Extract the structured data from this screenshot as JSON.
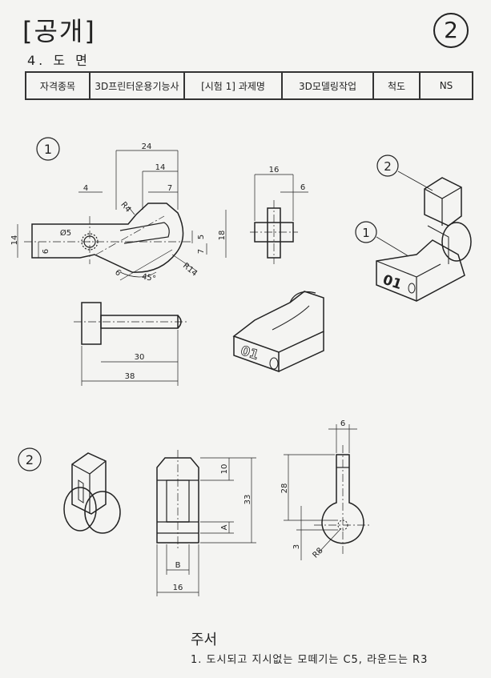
{
  "sheet": {
    "title": "[공개]",
    "subtitle": "4. 도 면",
    "sheet_number": "2"
  },
  "info_table": {
    "cells": [
      "자격종목",
      "3D프린터운용기능사",
      "[시험 1] 과제명",
      "3D모델링작업",
      "척도",
      "NS"
    ]
  },
  "part1": {
    "label": "1",
    "front_view": {
      "dims": [
        "24",
        "14",
        "4",
        "7",
        "R4",
        "Ø5",
        "14",
        "6",
        "5",
        "7",
        "18",
        "6",
        "45°",
        "R14"
      ]
    },
    "side_view": {
      "dims": [
        "16",
        "6"
      ]
    },
    "top_view": {
      "dims": [
        "30",
        "38"
      ]
    },
    "iso_engraving": "01"
  },
  "assembly": {
    "callouts": [
      "2",
      "1"
    ],
    "engraving": "01"
  },
  "part2": {
    "label": "2",
    "front_view": {
      "dims": [
        "10",
        "33",
        "A",
        "B",
        "16"
      ]
    },
    "side_view": {
      "dims": [
        "6",
        "28",
        "3",
        "R8"
      ]
    }
  },
  "notes": {
    "title": "주서",
    "line1": "1. 도시되고 지시없는 모떼기는 C5, 라운드는 R3"
  }
}
